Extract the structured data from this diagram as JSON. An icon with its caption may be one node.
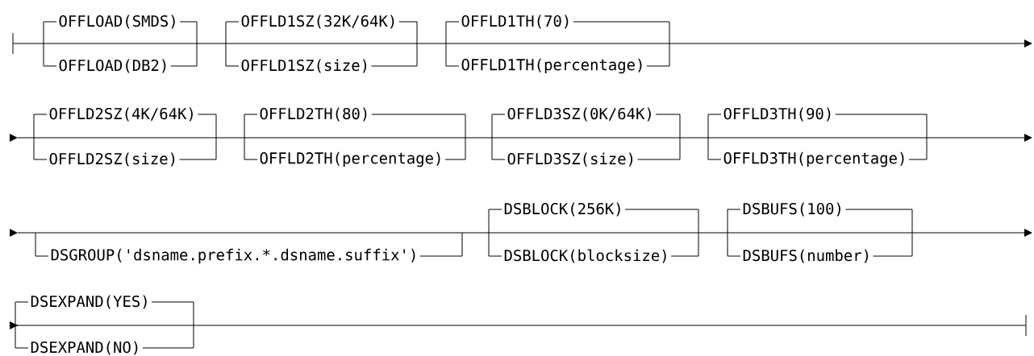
{
  "diagram": {
    "labels": [
      "OFFLOAD(SMDS)",
      "OFFLOAD(DB2)",
      "OFFLD1SZ(32K/64K)",
      "OFFLD1SZ(size)",
      "OFFLD1TH(70)",
      "OFFLD1TH(percentage)",
      "OFFLD2SZ(4K/64K)",
      "OFFLD2SZ(size)",
      "OFFLD2TH(80)",
      "OFFLD2TH(percentage)",
      "OFFLD3SZ(0K/64K)",
      "OFFLD3SZ(size)",
      "OFFLD3TH(90)",
      "OFFLD3TH(percentage)",
      "DSGROUP('dsname.prefix.*.dsname.suffix')",
      "DSBLOCK(256K)",
      "DSBLOCK(blocksize)",
      "DSBUFS(100)",
      "DSBUFS(number)",
      "DSEXPAND(YES)",
      "DSEXPAND(NO)"
    ]
  }
}
